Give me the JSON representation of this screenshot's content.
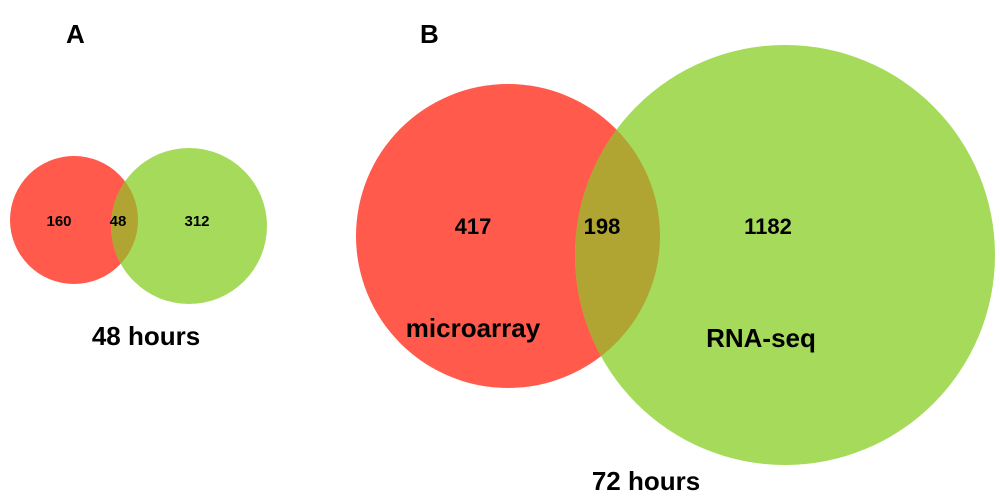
{
  "colors": {
    "set1": "#ff5a4b",
    "set2": "#a6da5a",
    "overlap": "#b0a532"
  },
  "panels": [
    {
      "letter": "A",
      "only_first": "160",
      "overlap": "48",
      "only_second": "312",
      "caption": "48 hours"
    },
    {
      "letter": "B",
      "only_first": "417",
      "overlap": "198",
      "only_second": "1182",
      "first_label": "microarray",
      "second_label": "RNA-seq",
      "caption": "72 hours"
    }
  ]
}
